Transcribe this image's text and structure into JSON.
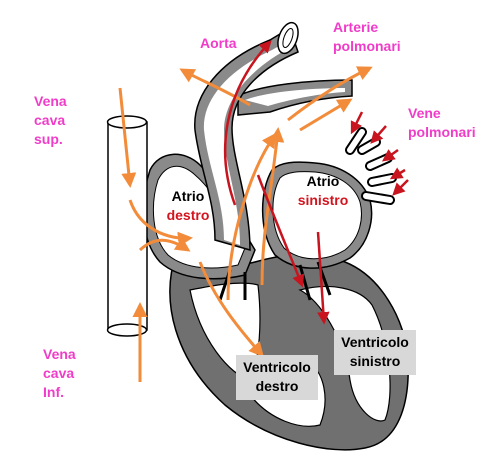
{
  "colors": {
    "label_pink": "#f03cc8",
    "label_red": "#d2141e",
    "flow_orange": "#f28c3a",
    "flow_red": "#c8141e",
    "wall_gray": "#707070",
    "chamber_white": "#ffffff"
  },
  "labels": {
    "aorta": "Aorta",
    "arterie_line1": "Arterie",
    "arterie_line2": "polmonari",
    "vene_line1": "Vene",
    "vene_line2": "polmonari",
    "vena_sup_line1": "Vena",
    "vena_sup_line2": "cava",
    "vena_sup_line3": "sup.",
    "vena_inf_line1": "Vena",
    "vena_inf_line2": "cava",
    "vena_inf_line3": "Inf.",
    "atrio_destro_line1": "Atrio",
    "atrio_destro_line2": "destro",
    "atrio_sinistro_line1": "Atrio",
    "atrio_sinistro_line2": "sinistro",
    "ventricolo_destro_line1": "Ventricolo",
    "ventricolo_destro_line2": "destro",
    "ventricolo_sinistro_line1": "Ventricolo",
    "ventricolo_sinistro_line2": "sinistro"
  }
}
